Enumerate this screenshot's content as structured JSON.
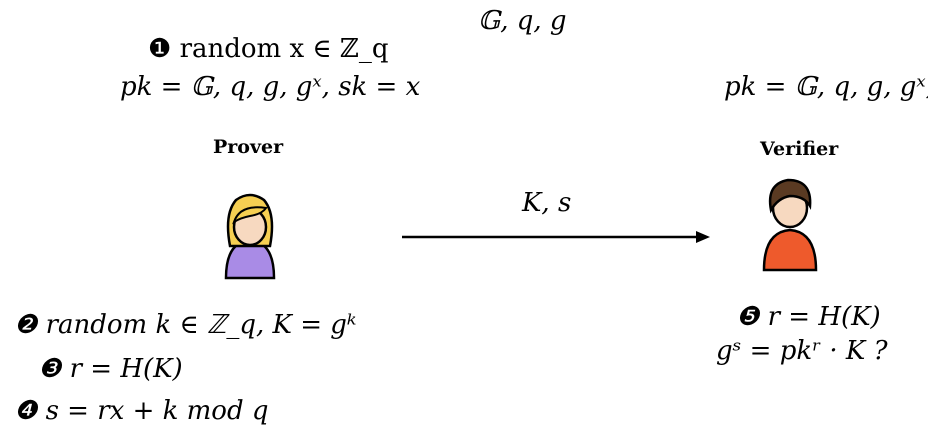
{
  "params": {
    "public_text": "𝔾, q, g"
  },
  "prover": {
    "label": "Prover",
    "step1": "❶  random x ∈ ℤ_q",
    "keys": "pk = 𝔾, q, g, gˣ, sk = x",
    "step2": "❷ random k ∈ ℤ_q, K = gᵏ",
    "step3": "❸   r = H(K)",
    "step4": "❹ s = rx + k mod q"
  },
  "verifier": {
    "label": "Verifier",
    "keys": "pk = 𝔾, q, g, gˣ,",
    "step5": "❺ r = H(K)",
    "check": "gˢ  = pkʳ · K  ?"
  },
  "message": {
    "label": "K, s"
  },
  "colors": {
    "prover_hair": "#f6cf52",
    "prover_body": "#a98be6",
    "verifier_hair": "#5a3a22",
    "verifier_body": "#ee5a2c",
    "skin": "#f7d9c0"
  }
}
